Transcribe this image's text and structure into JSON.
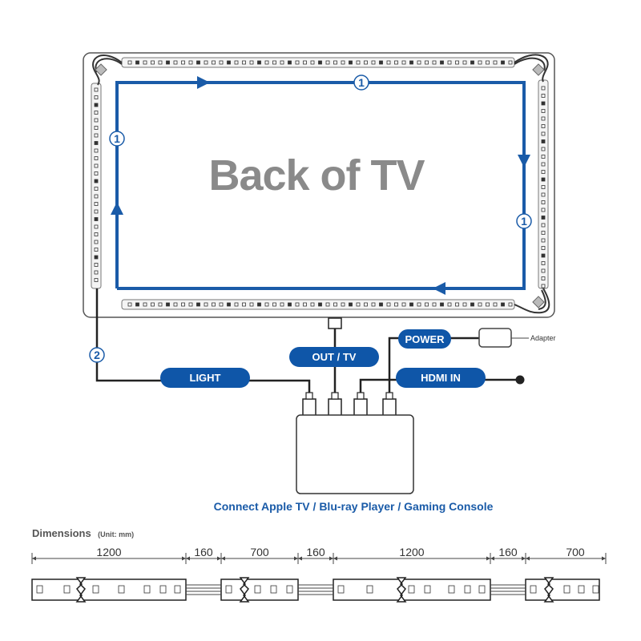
{
  "tv_panel": {
    "title": "Back of TV"
  },
  "strip_numbers": {
    "top": "1",
    "left": "1",
    "right": "1",
    "connector": "2"
  },
  "labels": {
    "power": "POWER",
    "out_tv": "OUT / TV",
    "light": "LIGHT",
    "hdmi_in": "HDMI IN",
    "adapter": "Adapter"
  },
  "caption": "Connect Apple TV / Blu-ray Player / Gaming Console",
  "dimensions": {
    "title": "Dimensions",
    "unit": "(Unit: mm)",
    "segments": [
      "1200",
      "160",
      "700",
      "160",
      "1200",
      "160",
      "700"
    ]
  },
  "colors": {
    "brand_blue": "#1a5ba8",
    "pill_blue": "#0f56a8",
    "tv_text": "#8a8a8a"
  }
}
